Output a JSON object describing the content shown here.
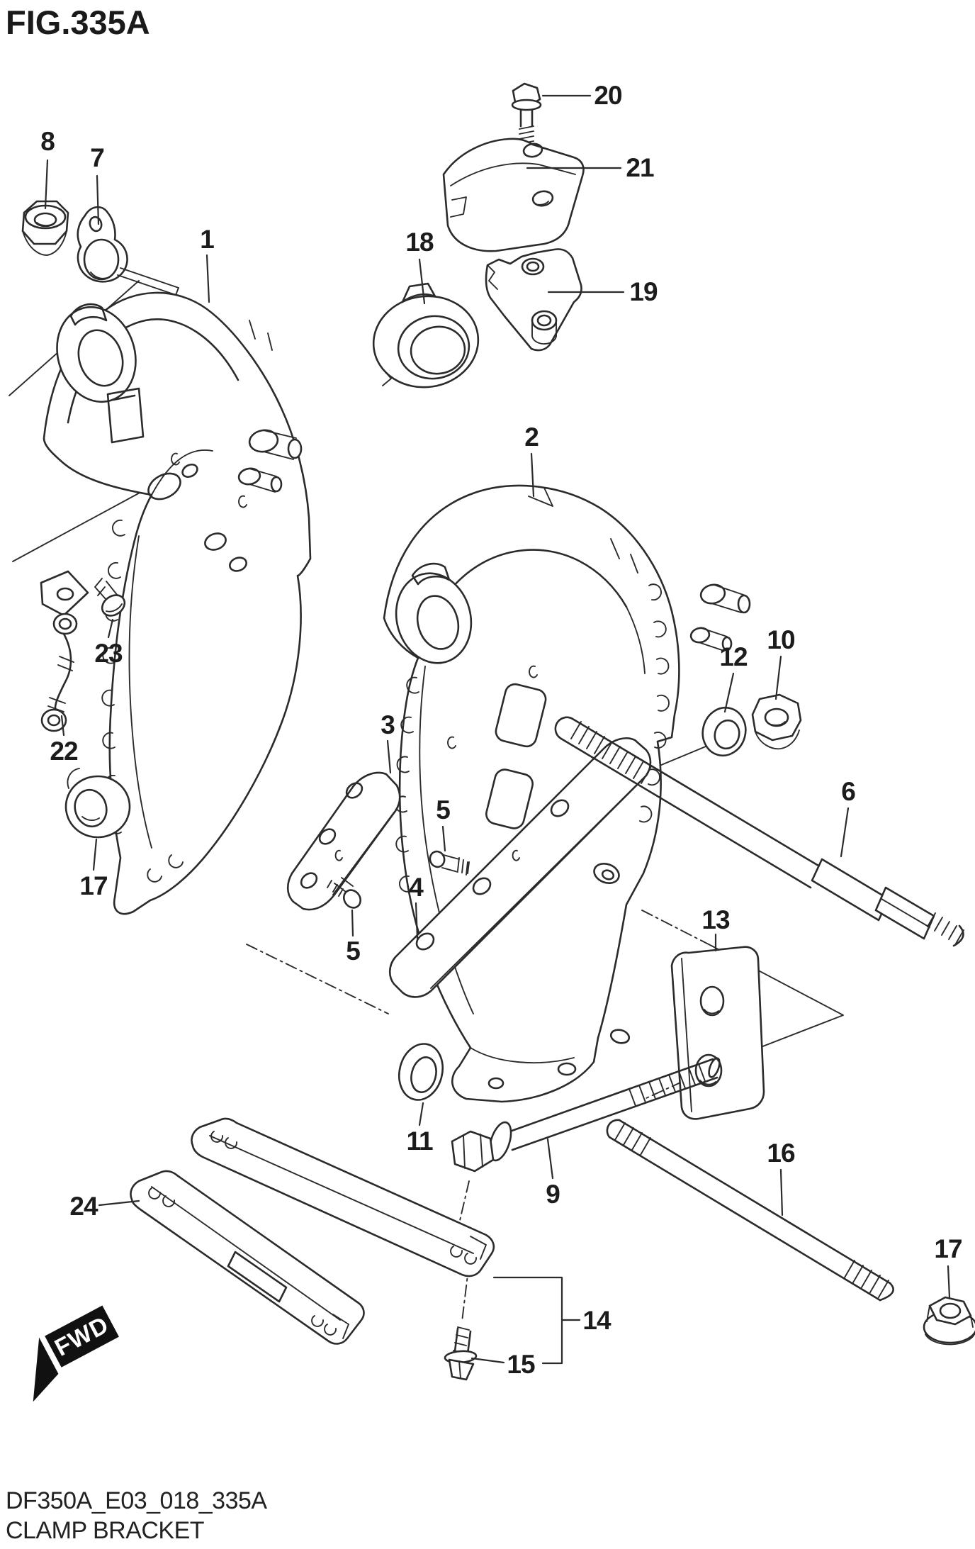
{
  "figure": {
    "title": "FIG.335A",
    "drawing_code": "DF350A_E03_018_335A",
    "caption": "CLAMP BRACKET",
    "fwd_label": "FWD"
  },
  "part_labels": [
    "1",
    "2",
    "3",
    "4",
    "5",
    "5",
    "6",
    "7",
    "8",
    "9",
    "10",
    "11",
    "12",
    "13",
    "14",
    "15",
    "16",
    "17",
    "17",
    "18",
    "19",
    "20",
    "21",
    "22",
    "23",
    "24"
  ],
  "colors": {
    "line": "#2b2b2b",
    "background": "#ffffff",
    "label_text": "#1c1c1c",
    "fwd_panel": "#111111",
    "fwd_text": "#ffffff"
  }
}
